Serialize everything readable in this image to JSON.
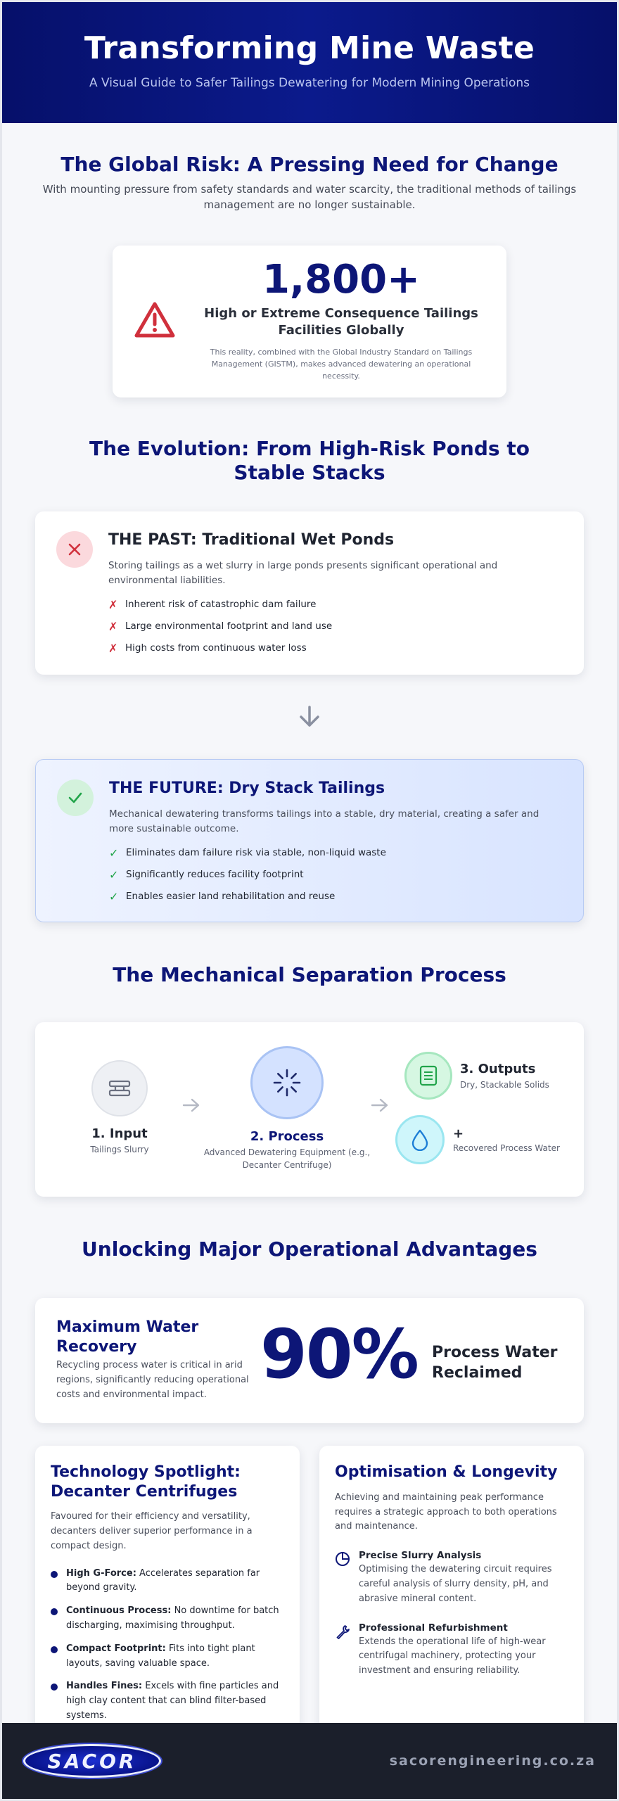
{
  "header": {
    "title": "Transforming Mine Waste",
    "subtitle": "A Visual Guide to Safer Tailings Dewatering for Modern Mining Operations"
  },
  "risk": {
    "title": "The Global Risk: A Pressing Need for Change",
    "subtitle": "With mounting pressure from safety standards and water scarcity, the traditional methods of tailings management are no longer sustainable.",
    "icon": "warning-icon",
    "stat": "1,800+",
    "stat_label": "High or Extreme Consequence Tailings Facilities Globally",
    "note": "This reality, combined with the Global Industry Standard on Tailings Management (GISTM), makes advanced dewatering an operational necessity."
  },
  "evolution": {
    "title": "The Evolution: From High-Risk Ponds to Stable Stacks",
    "past": {
      "icon": "close-icon",
      "heading": "THE PAST: Traditional Wet Ponds",
      "description": "Storing tailings as a wet slurry in large ponds presents significant operational and environmental liabilities.",
      "marker": "✗",
      "items": [
        "Inherent risk of catastrophic dam failure",
        "Large environmental footprint and land use",
        "High costs from continuous water loss"
      ]
    },
    "future": {
      "icon": "check-icon",
      "heading": "THE FUTURE: Dry Stack Tailings",
      "description": "Mechanical dewatering transforms tailings into a stable, dry material, creating a safer and more sustainable outcome.",
      "marker": "✓",
      "items": [
        "Eliminates dam failure risk via stable, non-liquid waste",
        "Significantly reduces facility footprint",
        "Enables easier land rehabilitation and reuse"
      ]
    }
  },
  "process": {
    "title": "The Mechanical Separation Process",
    "input": {
      "label": "1. Input",
      "sub": "Tailings Slurry"
    },
    "step": {
      "label": "2. Process",
      "sub": "Advanced Dewatering Equipment (e.g., Decanter Centrifuge)"
    },
    "outputs": {
      "label": "3. Outputs",
      "sub": "Dry, Stackable Solids",
      "plus": "+",
      "sub2": "Recovered Process Water"
    }
  },
  "advantages": {
    "title": "Unlocking Major Operational Advantages",
    "water": {
      "heading": "Maximum Water Recovery",
      "description": "Recycling process water is critical in arid regions, significantly reducing operational costs and environmental impact.",
      "stat": "90%",
      "stat_label": "Process Water Reclaimed"
    },
    "spotlight": {
      "heading": "Technology Spotlight: Decanter Centrifuges",
      "description": "Favoured for their efficiency and versatility, decanters deliver superior performance in a compact design.",
      "bullets": [
        {
          "bold": "High G-Force:",
          "text": " Accelerates separation far beyond gravity."
        },
        {
          "bold": "Continuous Process:",
          "text": " No downtime for batch discharging, maximising throughput."
        },
        {
          "bold": "Compact Footprint:",
          "text": " Fits into tight plant layouts, saving valuable space."
        },
        {
          "bold": "Handles Fines:",
          "text": " Excels with fine particles and high clay content that can blind filter-based systems."
        }
      ]
    },
    "optimisation": {
      "heading": "Optimisation & Longevity",
      "description": "Achieving and maintaining peak performance requires a strategic approach to both operations and maintenance.",
      "items": [
        {
          "icon": "pie-chart-icon",
          "title": "Precise Slurry Analysis",
          "text": "Optimising the dewatering circuit requires careful analysis of slurry density, pH, and abrasive mineral content."
        },
        {
          "icon": "wrench-icon",
          "title": "Professional Refurbishment",
          "text": "Extends the operational life of high-wear centrifugal machinery, protecting your investment and ensuring reliability."
        }
      ]
    }
  },
  "footer": {
    "logo_text": "SACOR",
    "website": "sacorengineering.co.za"
  }
}
